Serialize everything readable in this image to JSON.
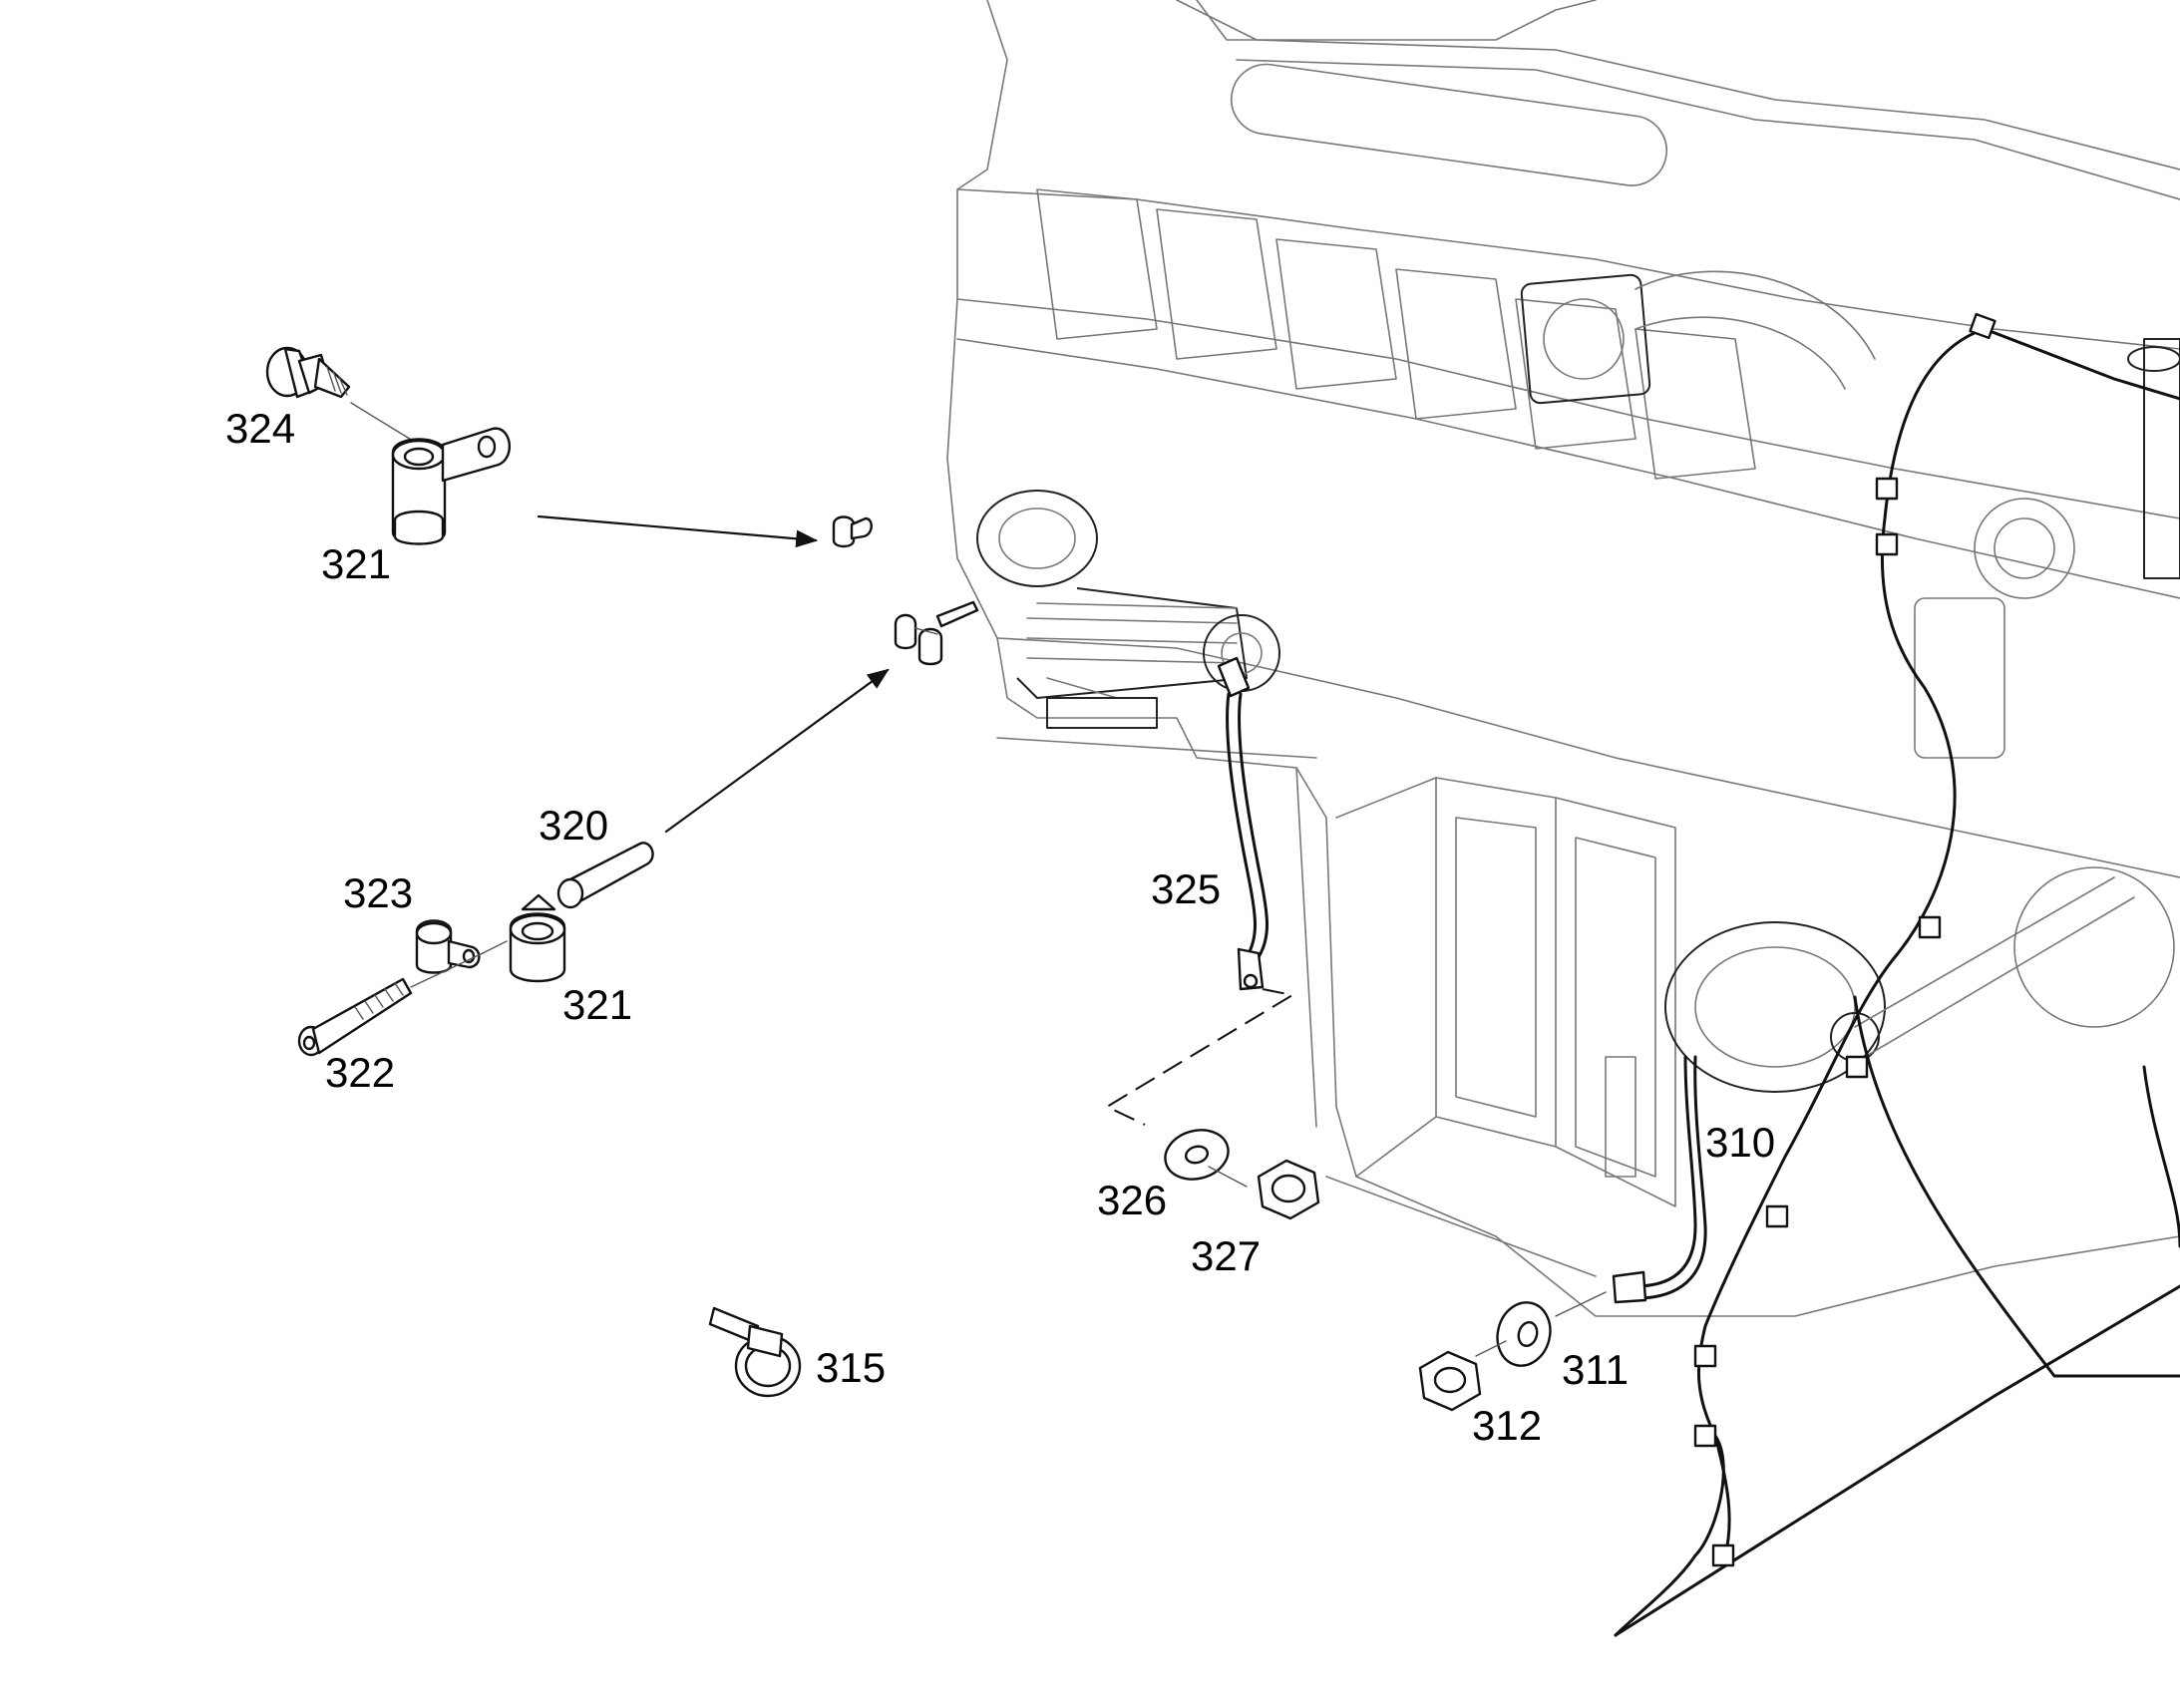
{
  "callouts": {
    "c324": "324",
    "c321a": "321",
    "c320": "320",
    "c323": "323",
    "c321b": "321",
    "c322": "322",
    "c325": "325",
    "c326": "326",
    "c327": "327",
    "c310": "310",
    "c311": "311",
    "c312": "312",
    "c315": "315"
  },
  "colors": {
    "line": "#111111",
    "engine_line": "#777777",
    "background": "#ffffff"
  }
}
